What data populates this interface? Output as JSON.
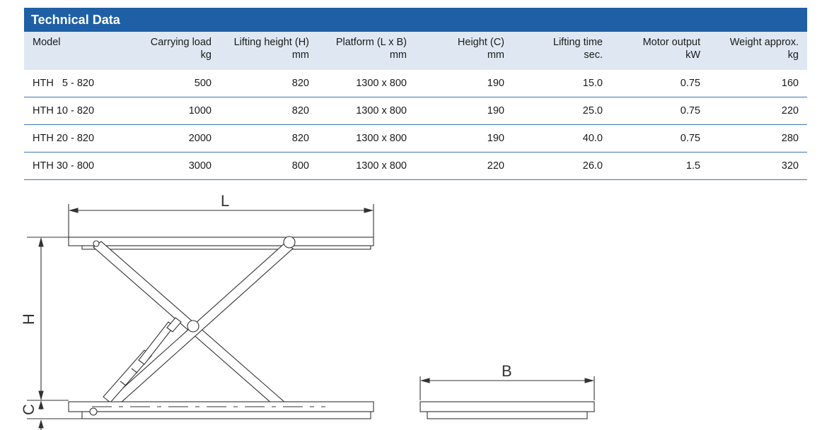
{
  "section_title": "Technical Data",
  "columns": [
    {
      "label": "Model",
      "unit": ""
    },
    {
      "label": "Carrying load",
      "unit": "kg"
    },
    {
      "label": "Lifting height (H)",
      "unit": "mm"
    },
    {
      "label": "Platform (L x B)",
      "unit": "mm"
    },
    {
      "label": "Height (C)",
      "unit": "mm"
    },
    {
      "label": "Lifting time",
      "unit": "sec."
    },
    {
      "label": "Motor output",
      "unit": "kW"
    },
    {
      "label": "Weight approx.",
      "unit": "kg"
    }
  ],
  "rows": [
    [
      "HTH   5 - 820",
      "500",
      "820",
      "1300 x 800",
      "190",
      "15.0",
      "0.75",
      "160"
    ],
    [
      "HTH 10 - 820",
      "1000",
      "820",
      "1300 x 800",
      "190",
      "25.0",
      "0.75",
      "220"
    ],
    [
      "HTH 20 - 820",
      "2000",
      "820",
      "1300 x 800",
      "190",
      "40.0",
      "0.75",
      "280"
    ],
    [
      "HTH 30 - 800",
      "3000",
      "800",
      "1300 x 800",
      "220",
      "26.0",
      "1.5",
      "320"
    ]
  ],
  "drawing_labels": {
    "length": "L",
    "height": "H",
    "closed_height": "C",
    "width": "B"
  },
  "colors": {
    "header_blue": "#1f5fa6",
    "table_head_bg": "#dfe8f2",
    "row_divider": "#3b78bd",
    "drawing_line": "#333333"
  }
}
